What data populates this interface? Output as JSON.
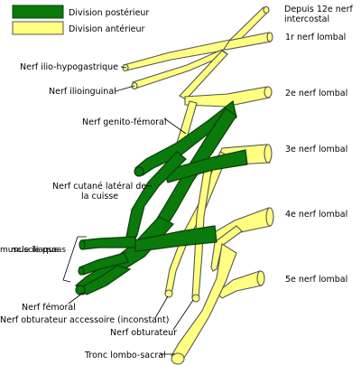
{
  "legend": {
    "posterior_label": "Division postérieur",
    "anterior_label": "Division antérieur",
    "posterior_color": "#0a7a0a",
    "anterior_color": "#ffff80"
  },
  "labels": {
    "depuis_12e_line1": "Depuis 12e nerf",
    "depuis_12e_line2": "intercostal",
    "nerf_lombal_1": "1r nerf lombal",
    "nerf_lombal_2": "2e nerf lombal",
    "nerf_lombal_3": "3e nerf lombal",
    "nerf_lombal_4": "4e nerf lombal",
    "nerf_lombal_5": "5e nerf lombal",
    "ilio_hypogastrique": "Nerf ilio-hypogastrique",
    "ilioinguinal": "Nerf ilioinguinal",
    "genito_femoral": "Nerf genito-fémoral",
    "cutane_line1": "Nerf cutané latéral de",
    "cutane_line2": "la cuisse",
    "muscle_psoas": "muscle psoas",
    "muscle_iliaque": "muscle iliaque",
    "nerf_femoral": "Nerf fémoral",
    "obturateur_accessoire": "Nerf obturateur accessoire (inconstant)",
    "nerf_obturateur": "Nerf obturateur",
    "tronc_lombo_sacral": "Tronc lombo-sacral"
  },
  "colors": {
    "posterior": "#0a7a0a",
    "anterior": "#ffff80",
    "outline": "#555555"
  }
}
